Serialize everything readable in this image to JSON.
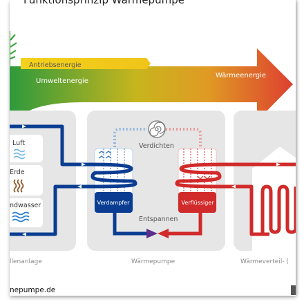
{
  "title": "Funktionsprinzip Wärmepumpe",
  "energy": {
    "drive": "Antriebsenergie",
    "environment": "Umweltenergie",
    "heat": "Wärmeenergie"
  },
  "sources": {
    "air": "Luft",
    "earth": "Erde",
    "groundwater": "ndwasser"
  },
  "heatpump": {
    "compress": "Verdichten",
    "expand": "Entspannen",
    "evaporator": "Verdampfer",
    "condenser": "Verflüssiger"
  },
  "sections": {
    "source": "llenanlage",
    "pump": "Wärmepumpe",
    "distribution": "Wärmeverteil- ("
  },
  "footer": "nepumpe.de",
  "colors": {
    "cold": "#0a3d91",
    "hot": "#d12a2a",
    "arrow_start": "#38a13a",
    "arrow_mid": "#e3b21b",
    "arrow_end": "#de4433",
    "panel": "#e6e6e6"
  },
  "icons": [
    "plant-icon",
    "air-waves-icon",
    "earth-waves-icon",
    "water-waves-icon",
    "compressor-icon",
    "expansion-valve-icon",
    "house-icon"
  ]
}
